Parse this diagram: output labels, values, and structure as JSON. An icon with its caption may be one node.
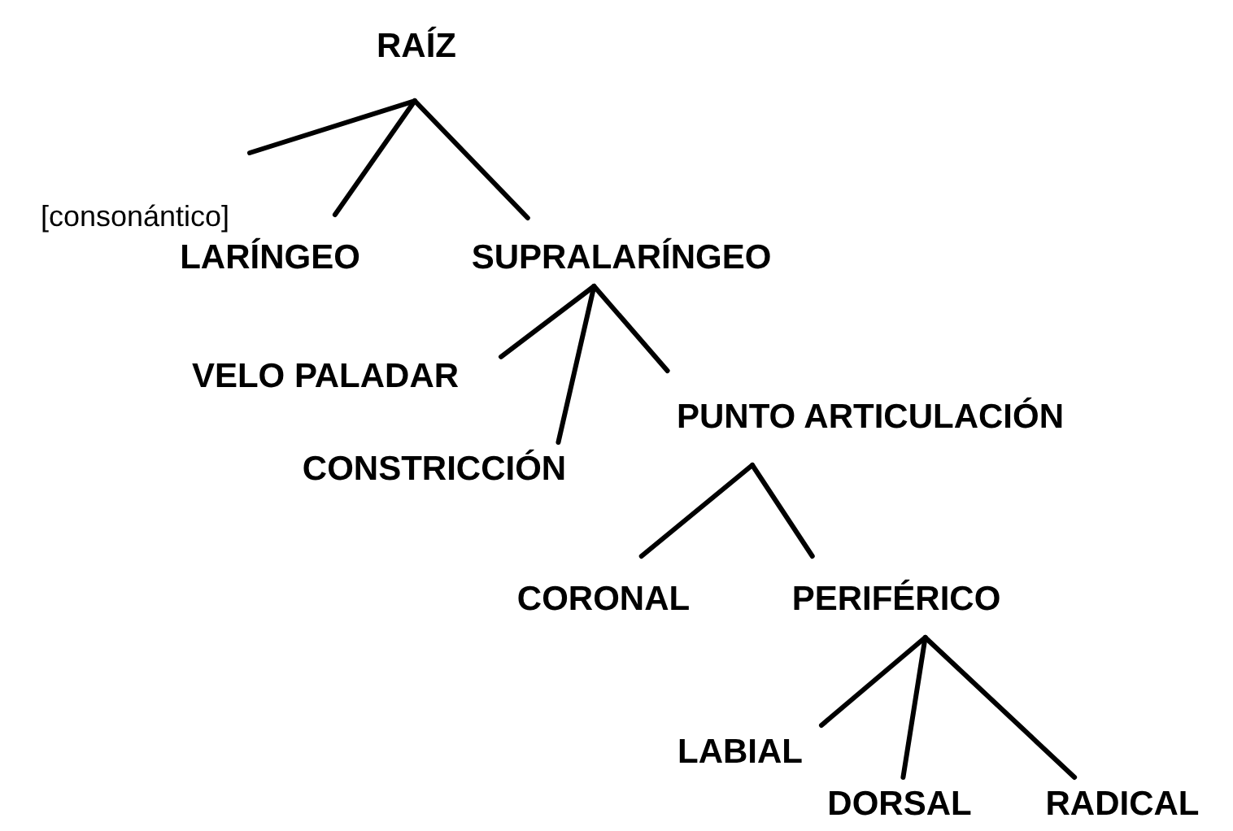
{
  "diagram": {
    "nodes": [
      {
        "text": [
          "RAÍZ"
        ]
      },
      {
        "text": [
          "[consonántico]"
        ]
      },
      {
        "text": [
          "LARÍNGEO"
        ]
      },
      {
        "text": [
          "SUPRALARÍNGEO"
        ]
      },
      {
        "text": [
          "VELO PALADAR"
        ]
      },
      {
        "text": [
          "CONSTRICCIÓN"
        ]
      },
      {
        "text": [
          "PUNTO ARTICULACIÓN"
        ]
      },
      {
        "text": [
          "CORONAL"
        ]
      },
      {
        "text": [
          "PERIFÉRICO"
        ]
      },
      {
        "text": [
          "LABIAL"
        ]
      },
      {
        "text": [
          "DORSAL"
        ]
      },
      {
        "text": [
          "RADICAL"
        ]
      }
    ],
    "edges": [
      {
        "from": 0,
        "to": 1,
        "arrow": "none"
      },
      {
        "from": 0,
        "to": 2,
        "arrow": "none"
      },
      {
        "from": 0,
        "to": 3,
        "arrow": "none"
      },
      {
        "from": 3,
        "to": 4,
        "arrow": "none"
      },
      {
        "from": 3,
        "to": 5,
        "arrow": "none"
      },
      {
        "from": 3,
        "to": 6,
        "arrow": "none"
      },
      {
        "from": 6,
        "to": 7,
        "arrow": "none"
      },
      {
        "from": 6,
        "to": 8,
        "arrow": "none"
      },
      {
        "from": 8,
        "to": 9,
        "arrow": "none"
      },
      {
        "from": 8,
        "to": 10,
        "arrow": "none"
      },
      {
        "from": 8,
        "to": 11,
        "arrow": "none"
      }
    ]
  }
}
